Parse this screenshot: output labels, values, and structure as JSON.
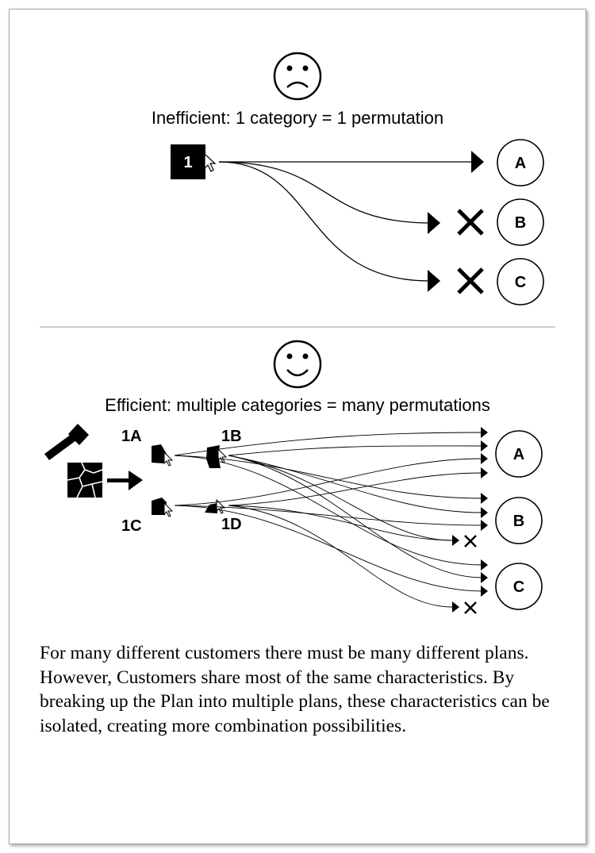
{
  "top": {
    "title": "Inefficient: 1 category = 1 permutation",
    "source_label": "1",
    "targets": [
      "A",
      "B",
      "C"
    ]
  },
  "bottom": {
    "title": "Efficient: multiple categories = many permutations",
    "piece_labels": [
      "1A",
      "1B",
      "1C",
      "1D"
    ],
    "targets": [
      "A",
      "B",
      "C"
    ]
  },
  "caption": "For many different customers there must be many different plans. However, Customers share most of the same characteristics. By breaking up the Plan into multiple plans, these characteristics can be isolated, creating more combination possibilities."
}
